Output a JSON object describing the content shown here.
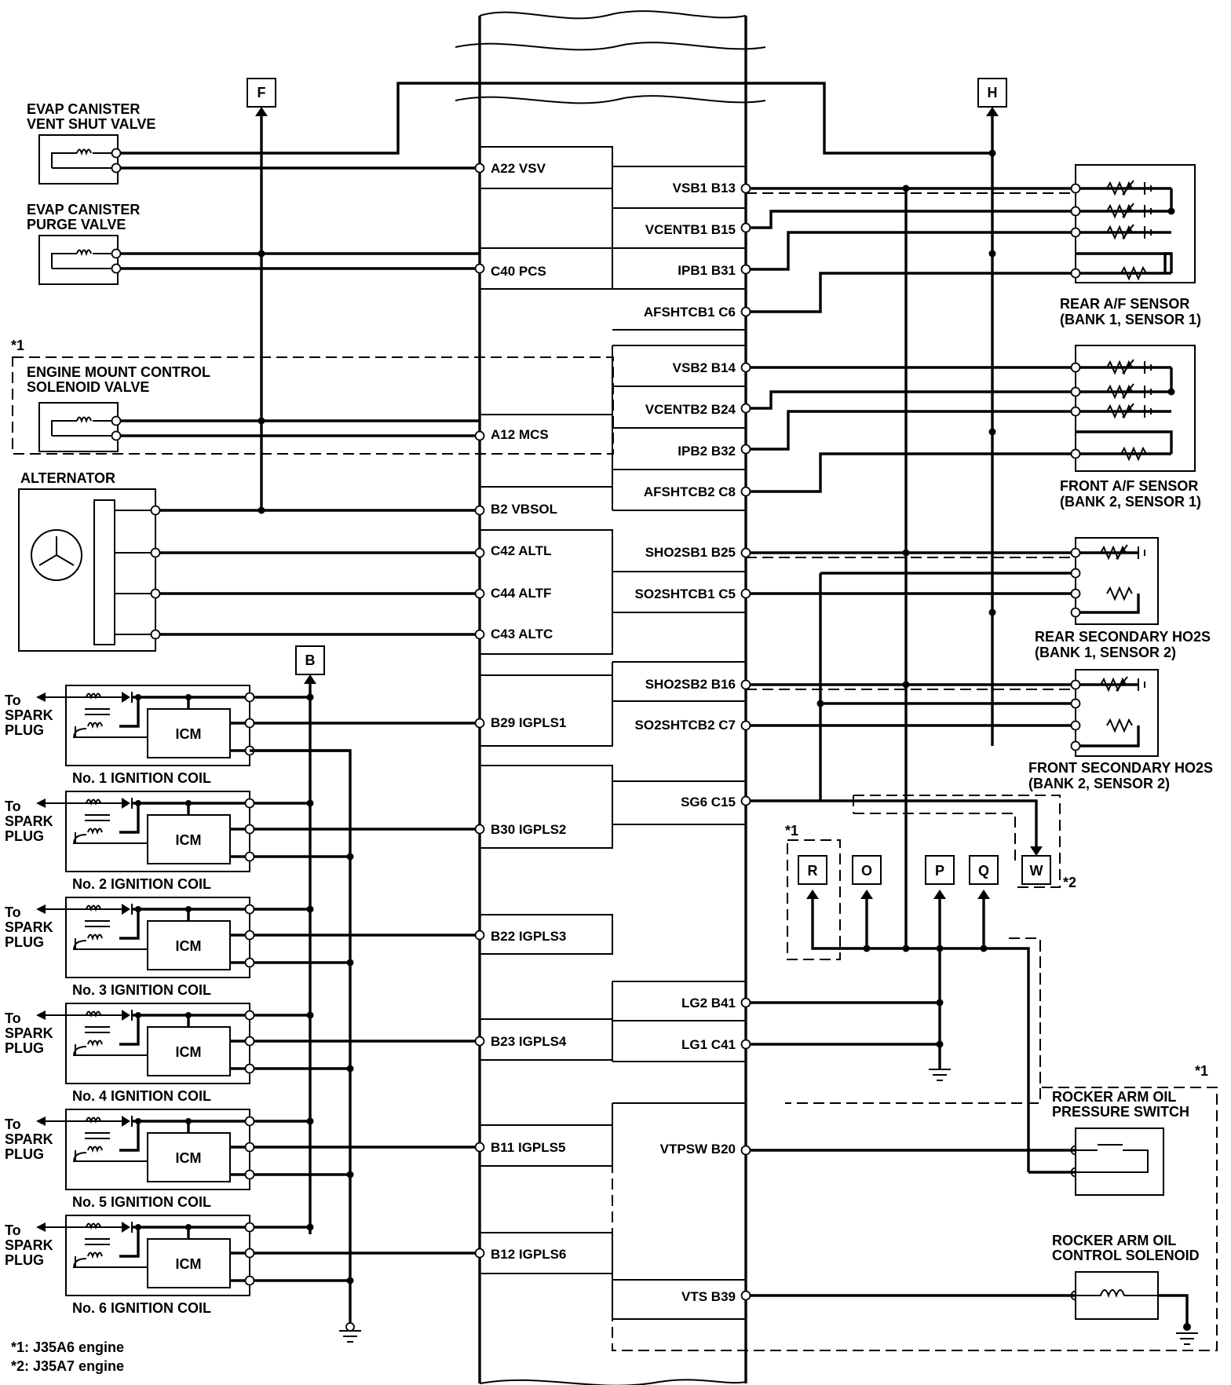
{
  "components": {
    "evap_vent_line1": "EVAP CANISTER",
    "evap_vent_line2": "VENT SHUT VALVE",
    "evap_purge_line1": "EVAP CANISTER",
    "evap_purge_line2": "PURGE VALVE",
    "mount_line1": "ENGINE MOUNT CONTROL",
    "mount_line2": "SOLENOID VALVE",
    "alternator": "ALTERNATOR",
    "rear_af_line1": "REAR A/F SENSOR",
    "rear_af_line2": "(BANK 1, SENSOR 1)",
    "front_af_line1": "FRONT A/F SENSOR",
    "front_af_line2": "(BANK 2, SENSOR 1)",
    "rear_ho2s_line1": "REAR SECONDARY HO2S",
    "rear_ho2s_line2": "(BANK 1, SENSOR 2)",
    "front_ho2s_line1": "FRONT SECONDARY HO2S",
    "front_ho2s_line2": "(BANK 2, SENSOR 2)",
    "rocker_switch_line1": "ROCKER ARM OIL",
    "rocker_switch_line2": "PRESSURE SWITCH",
    "rocker_solenoid_line1": "ROCKER ARM OIL",
    "rocker_solenoid_line2": "CONTROL SOLENOID"
  },
  "ecm_left_pins": [
    "A22 VSV",
    "C40 PCS",
    "A12 MCS",
    "B2 VBSOL",
    "C42 ALTL",
    "C44 ALTF",
    "C43 ALTC",
    "B29 IGPLS1",
    "B30 IGPLS2",
    "B22 IGPLS3",
    "B23 IGPLS4",
    "B11 IGPLS5",
    "B12 IGPLS6"
  ],
  "ecm_right_pins": [
    "VSB1 B13",
    "VCENTB1 B15",
    "IPB1 B31",
    "AFSHTCB1 C6",
    "VSB2 B14",
    "VCENTB2 B24",
    "IPB2 B32",
    "AFSHTCB2 C8",
    "SHO2SB1 B25",
    "SO2SHTCB1 C5",
    "SHO2SB2 B16",
    "SO2SHTCB2 C7",
    "SG6 C15",
    "LG2 B41",
    "LG1 C41",
    "VTPSW B20",
    "VTS B39"
  ],
  "connectors": [
    "F",
    "H",
    "B",
    "R",
    "O",
    "P",
    "Q",
    "W"
  ],
  "ignition": {
    "to_spark_line1": "To",
    "to_spark_line2": "SPARK",
    "to_spark_line3": "PLUG",
    "icm": "ICM",
    "coils": [
      "No. 1 IGNITION COIL",
      "No. 2 IGNITION COIL",
      "No. 3 IGNITION COIL",
      "No. 4 IGNITION COIL",
      "No. 5 IGNITION COIL",
      "No. 6 IGNITION COIL"
    ]
  },
  "notes": {
    "mark1": "*1",
    "mark2": "*2",
    "note1": "*1: J35A6 engine",
    "note2": "*2: J35A7 engine"
  }
}
